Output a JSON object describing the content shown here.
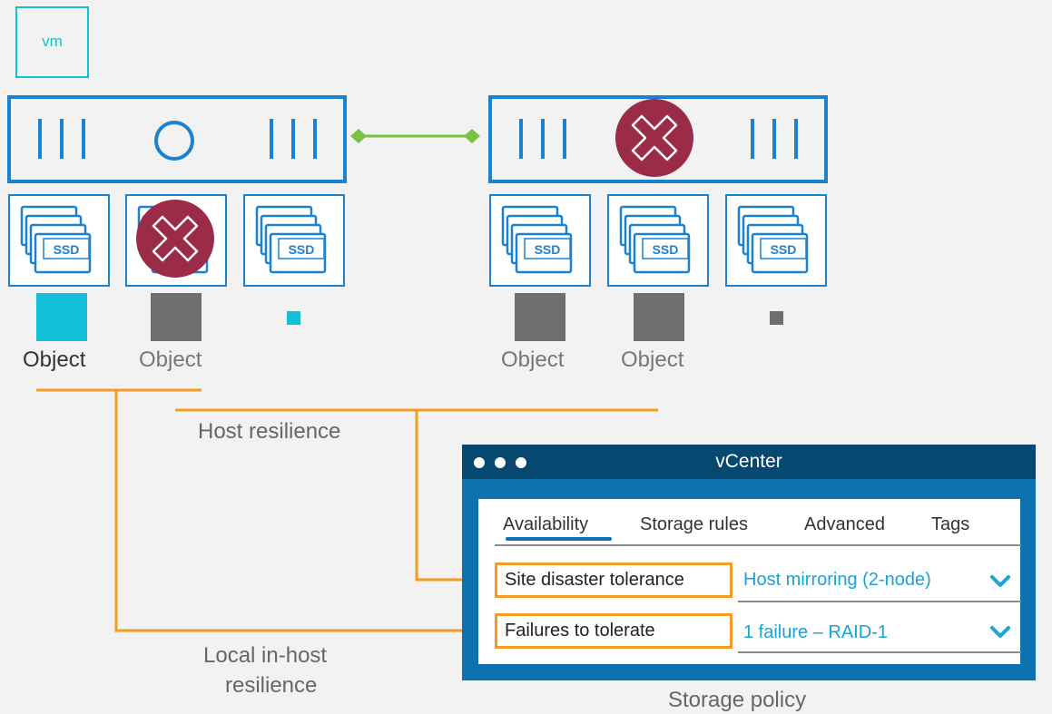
{
  "vm_label": "vm",
  "objects": [
    "Object",
    "Object",
    "Object",
    "Object"
  ],
  "ssd_label": "SSD",
  "host_resilience": "Host resilience",
  "local_resilience_line1": "Local in-host",
  "local_resilience_line2": "resilience",
  "storage_policy": "Storage policy",
  "vcenter": {
    "title": "vCenter",
    "tabs": [
      "Availability",
      "Storage rules",
      "Advanced",
      "Tags"
    ],
    "rules": [
      {
        "label": "Site disaster tolerance",
        "value": "Host mirroring (2-node)"
      },
      {
        "label": "Failures to tolerate",
        "value": "1 failure – RAID-1"
      }
    ]
  },
  "colors": {
    "host_blue": "#1a82d0",
    "witness_green": "#7ac143",
    "failure_red": "#9b2b47",
    "object_cyan": "#12bfd6",
    "object_gray": "#6e6e6e",
    "callout_orange": "#f59a23",
    "vcenter_blue": "#0d72b0"
  }
}
